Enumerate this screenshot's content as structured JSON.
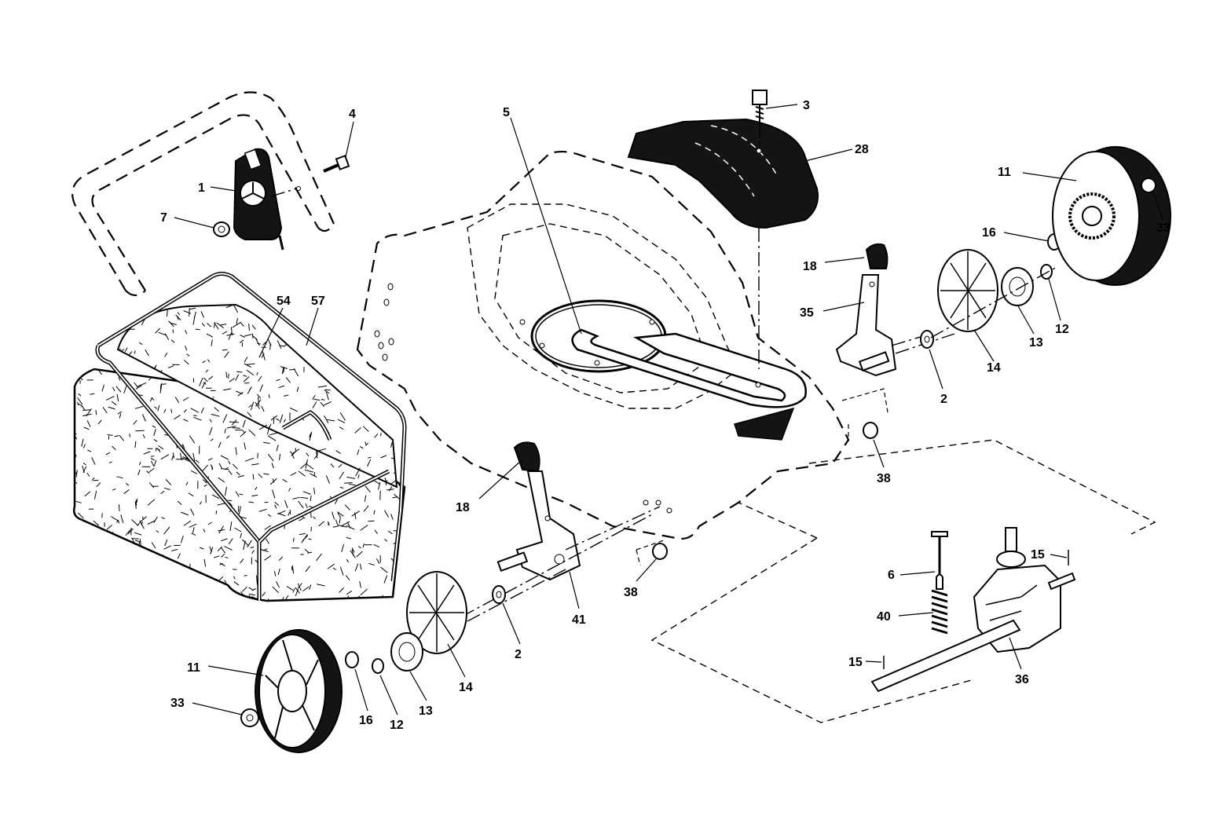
{
  "colors": {
    "ink": "#000000",
    "paper": "#ffffff",
    "fill_dark": "#141414"
  },
  "callouts": [
    {
      "id": "c1",
      "label": "1"
    },
    {
      "id": "c4",
      "label": "4"
    },
    {
      "id": "c7",
      "label": "7"
    },
    {
      "id": "c5",
      "label": "5"
    },
    {
      "id": "c3",
      "label": "3"
    },
    {
      "id": "c28",
      "label": "28"
    },
    {
      "id": "c11a",
      "label": "11"
    },
    {
      "id": "c33a",
      "label": "33"
    },
    {
      "id": "c16a",
      "label": "16"
    },
    {
      "id": "c18a",
      "label": "18"
    },
    {
      "id": "c35",
      "label": "35"
    },
    {
      "id": "c13a",
      "label": "13"
    },
    {
      "id": "c12a",
      "label": "12"
    },
    {
      "id": "c14a",
      "label": "14"
    },
    {
      "id": "c2a",
      "label": "2"
    },
    {
      "id": "c54",
      "label": "54"
    },
    {
      "id": "c57",
      "label": "57"
    },
    {
      "id": "c38a",
      "label": "38"
    },
    {
      "id": "c18b",
      "label": "18"
    },
    {
      "id": "c41",
      "label": "41"
    },
    {
      "id": "c38b",
      "label": "38"
    },
    {
      "id": "c2b",
      "label": "2"
    },
    {
      "id": "c14b",
      "label": "14"
    },
    {
      "id": "c13b",
      "label": "13"
    },
    {
      "id": "c12b",
      "label": "12"
    },
    {
      "id": "c16b",
      "label": "16"
    },
    {
      "id": "c11b",
      "label": "11"
    },
    {
      "id": "c33b",
      "label": "33"
    },
    {
      "id": "c6",
      "label": "6"
    },
    {
      "id": "c15a",
      "label": "15"
    },
    {
      "id": "c40",
      "label": "40"
    },
    {
      "id": "c15b",
      "label": "15"
    },
    {
      "id": "c36",
      "label": "36"
    }
  ]
}
